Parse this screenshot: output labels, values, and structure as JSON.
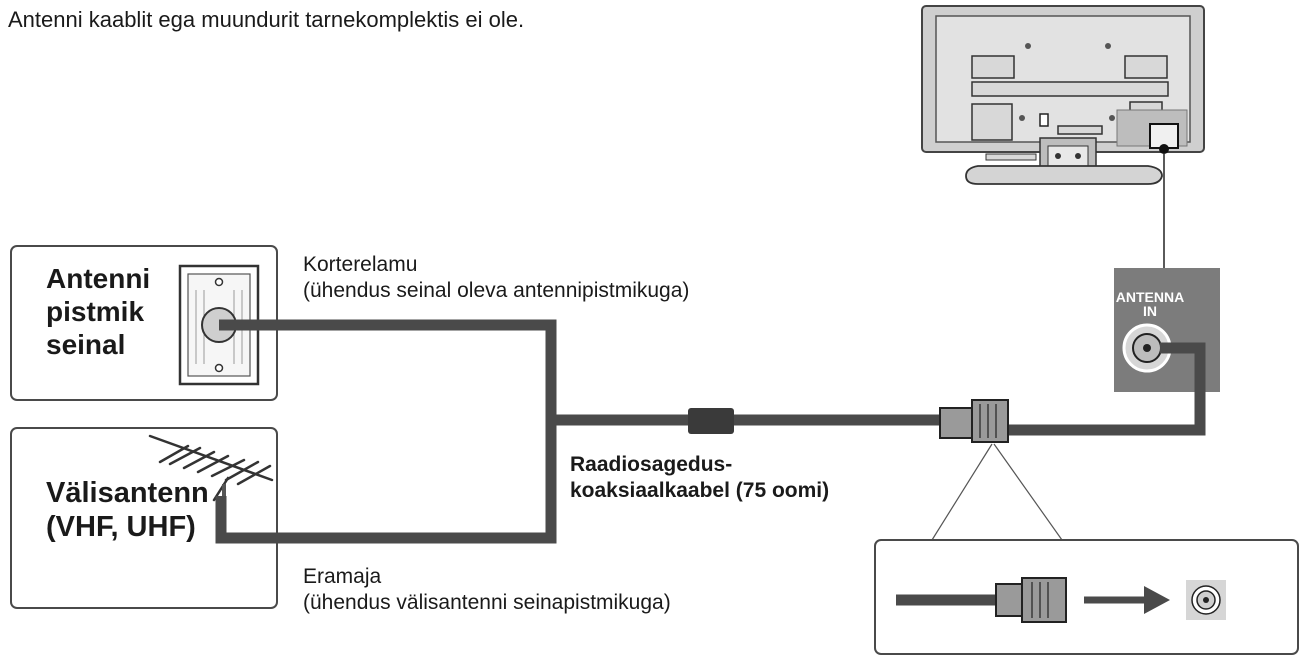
{
  "note": "Antenni kaablit ega muundurit tarnekomplektis ei ole.",
  "wall_outlet": {
    "label_line1": "Antenni",
    "label_line2": "pistmik",
    "label_line3": "seinal"
  },
  "outdoor_antenna": {
    "label_line1": "Välisantenn",
    "label_line2": "(VHF, UHF)"
  },
  "apartment": {
    "title": "Korterelamu",
    "description": "(ühendus seinal oleva antennipistmikuga)"
  },
  "house": {
    "title": "Eramaja",
    "description": "(ühendus välisantenni seinapistmikuga)"
  },
  "cable": {
    "label_line1": "Raadiosagedus-",
    "label_line2": "koaksiaalkaabel (75 oomi)"
  },
  "tv_panel": {
    "label_line1": "ANTENNA",
    "label_line2": "IN"
  },
  "colors": {
    "cable": "#4a4a4a",
    "panel": "#7c7c7c",
    "tv_body": "#d4d4d4",
    "plug": "#9a9a9a"
  }
}
